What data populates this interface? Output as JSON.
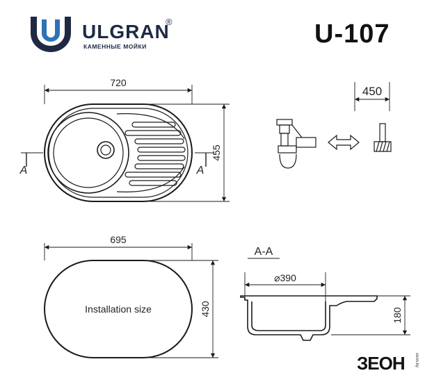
{
  "brand": {
    "name": "ULGRAN",
    "registered": "®",
    "subtitle": "КАМЕННЫЕ МОЙКИ"
  },
  "model": "U-107",
  "dimensions": {
    "top_width": "720",
    "top_height": "455",
    "cut_width": "695",
    "cut_height": "430",
    "faucet_offset": "450",
    "bowl_diameter": "⌀390",
    "depth": "180"
  },
  "labels": {
    "section_mark": "A",
    "section_title": "A-A",
    "installation": "Installation size"
  },
  "watermark": {
    "text": "ЗЕОН",
    "sub": "zeon.by"
  },
  "colors": {
    "brand": "#1e2a44",
    "brand_accent": "#2d73b5",
    "line": "#1a1a1a"
  }
}
